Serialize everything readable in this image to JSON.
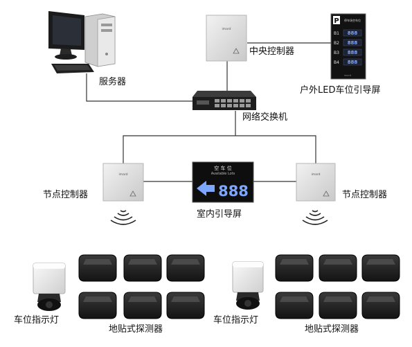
{
  "labels": {
    "server": "服务器",
    "central_controller": "中央控制器",
    "outdoor_screen": "户外LED车位引导屏",
    "switch": "网络交换机",
    "node_left": "节点控制器",
    "node_right": "节点控制器",
    "indoor_screen": "室内引导屏",
    "indicator_left": "车位指示灯",
    "indicator_right": "车位指示灯",
    "detector_left": "地贴式探测器",
    "detector_right": "地贴式探测器"
  },
  "device_text": {
    "brand": "imard",
    "outdoor_title": "停车场空车位",
    "outdoor_rows": [
      "B1",
      "B2",
      "B3",
      "B4"
    ],
    "outdoor_digits": "888",
    "indoor_title": "空 车 位",
    "indoor_subtitle": "Available Lots",
    "indoor_digits": "888"
  },
  "colors": {
    "line": "#333333",
    "box_light": "#e6e6e6",
    "screen_dark": "#111111",
    "led_blue": "#7da6ff"
  }
}
